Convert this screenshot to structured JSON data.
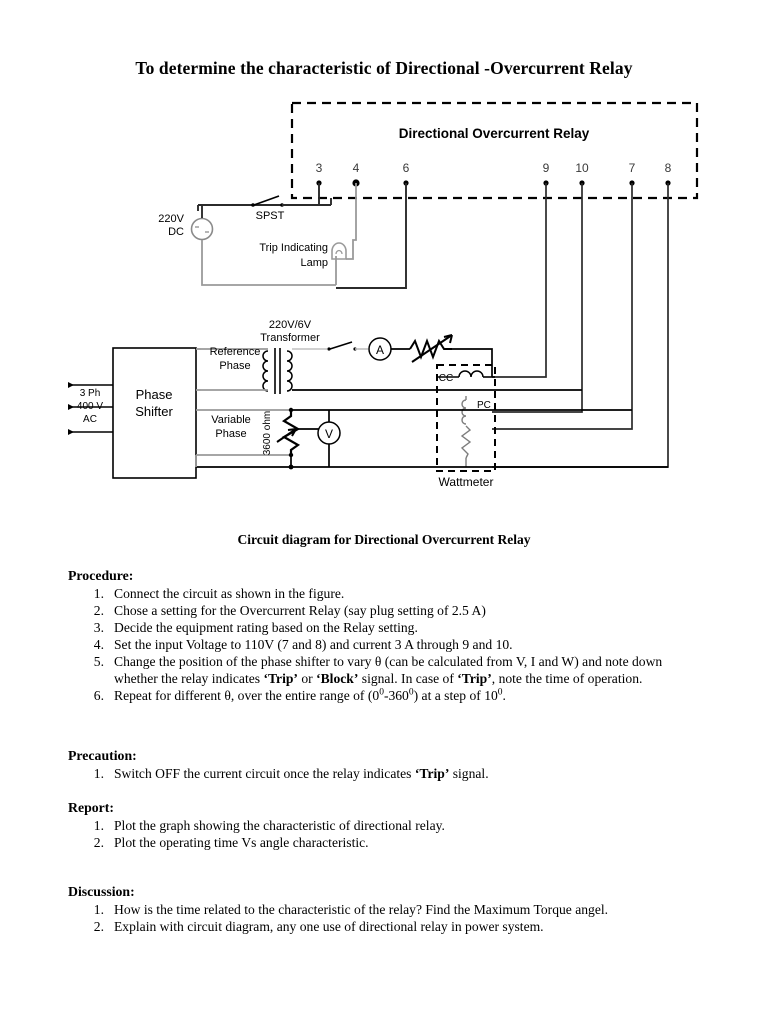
{
  "document": {
    "title": "To determine the characteristic of Directional -Overcurrent Relay",
    "figure_caption": "Circuit diagram for Directional Overcurrent Relay"
  },
  "figure": {
    "relay_box_title": "Directional Overcurrent Relay",
    "terminals": [
      "3",
      "4",
      "6",
      "9",
      "10",
      "7",
      "8"
    ],
    "labels": {
      "dc_source_line1": "220V",
      "dc_source_line2": "DC",
      "switch": "SPST",
      "lamp_line1": "Trip Indicating",
      "lamp_line2": "Lamp",
      "transformer_line1": "220V/6V",
      "transformer_line2": "Transformer",
      "reference_phase_line1": "Reference",
      "reference_phase_line2": "Phase",
      "variable_phase_line1": "Variable",
      "variable_phase_line2": "Phase",
      "phase_shifter_line1": "Phase",
      "phase_shifter_line2": "Shifter",
      "supply_line1": "3 Ph",
      "supply_line2": "400 V",
      "supply_line3": "AC",
      "potentiometer": "3600 ohm",
      "ammeter": "A",
      "voltmeter": "V",
      "current_coil": "CC",
      "potential_coil": "PC",
      "wattmeter": "Wattmeter"
    }
  },
  "procedure": {
    "heading": "Procedure:",
    "steps": [
      "Connect the circuit as shown in the figure.",
      "Chose a setting for the Overcurrent Relay (say plug setting of 2.5 A)",
      "Decide the equipment rating based on the Relay setting.",
      "Set the input Voltage to 110V (7 and 8) and current 3 A through 9 and 10.",
      "Change the position of the phase shifter to vary θ (can be calculated from V, I and W) and note down whether the relay indicates ‘Trip’ or ‘Block’ signal. In case of ‘Trip’, note the time of operation.",
      "Repeat for different θ, over the entire range of (0⁰-360⁰) at a step of 10⁰."
    ],
    "step5_parts": {
      "a": "Change the position of the phase shifter to vary θ (can be calculated from V, I and W) and note down whether the relay indicates ",
      "trip1": "‘Trip’",
      "b": " or ",
      "block": "‘Block’",
      "c": " signal. In case of ",
      "trip2": "‘Trip’",
      "d": ", note the time of operation."
    },
    "step6_parts": {
      "a": "Repeat for different θ, over the entire range of (0",
      "sup1": "0",
      "b": "-360",
      "sup2": "0",
      "c": ") at a step of 10",
      "sup3": "0",
      "d": "."
    }
  },
  "precaution": {
    "heading": "Precaution:",
    "step1_parts": {
      "a": "Switch OFF the current circuit once the relay indicates ",
      "trip": "‘Trip’",
      "b": " signal."
    }
  },
  "report": {
    "heading": "Report:",
    "steps": [
      "Plot the graph showing the characteristic of directional relay.",
      "Plot the operating time Vs angle characteristic."
    ]
  },
  "discussion": {
    "heading": "Discussion:",
    "steps": [
      "How is the time related to the characteristic of the relay? Find the Maximum Torque angel.",
      "Explain with circuit diagram, any one use of directional relay in power system."
    ]
  },
  "colors": {
    "ink": "#000000",
    "wire": "#2b2b2b",
    "wire_light": "#9a9a9a",
    "terminal_text": "#3a3a3a"
  }
}
